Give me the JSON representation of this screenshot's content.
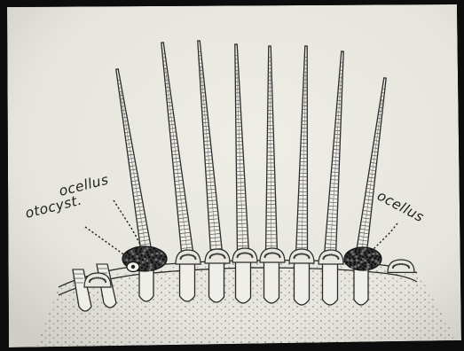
{
  "diagram": {
    "labels": {
      "ocellus_left": "ocellus",
      "otocyst": "otocyst.",
      "ocellus_right": "ocellus"
    },
    "colors": {
      "paper": "#e9e8e1",
      "ink": "#2a2a2a",
      "frame": "#0d0d0d"
    },
    "tentacle_count": 8,
    "mark_names": [
      "tentacle",
      "sensory-bulb",
      "ocellus",
      "otocyst",
      "bell-margin",
      "mesoglea-stipple"
    ]
  }
}
